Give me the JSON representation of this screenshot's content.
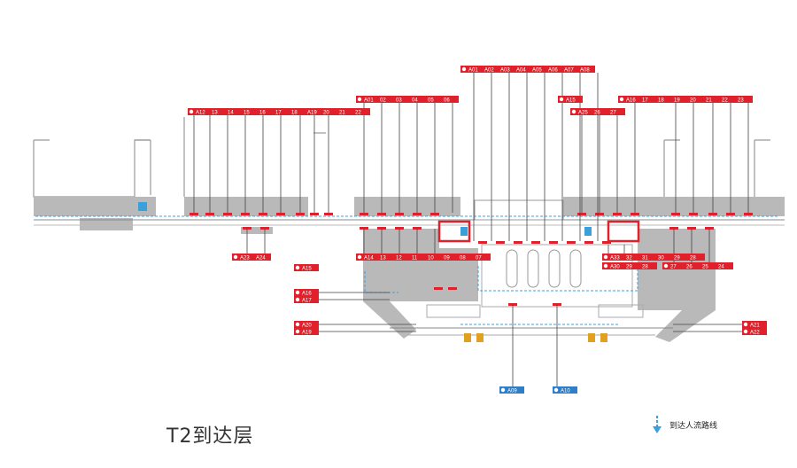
{
  "title": "T2到达层",
  "legend": {
    "label": "到达人流路线",
    "icon": "arrow-down-dashed-icon"
  },
  "colors": {
    "gate_red": "#e0202a",
    "gate_blue": "#2f7fc8",
    "building": "#b9b9b9",
    "flow": "#3aa0dc"
  },
  "gate_groups": [
    {
      "id": "r1",
      "labels": [
        "A12",
        "13",
        "14",
        "15",
        "16",
        "17",
        "18",
        "A19",
        "20",
        "21",
        "22"
      ]
    },
    {
      "id": "r2",
      "labels": [
        "A01",
        "02",
        "03",
        "04",
        "05",
        "06"
      ]
    },
    {
      "id": "r3",
      "labels": [
        "A01",
        "A02",
        "A03",
        "A04",
        "A05",
        "A06",
        "A07",
        "A08"
      ]
    },
    {
      "id": "r4",
      "labels": [
        "A15"
      ]
    },
    {
      "id": "r5",
      "labels": [
        "A25",
        "26",
        "27"
      ]
    },
    {
      "id": "r6",
      "labels": [
        "A16",
        "17",
        "18",
        "19",
        "20",
        "21",
        "22",
        "23"
      ]
    },
    {
      "id": "b1",
      "labels": [
        "A14",
        "13",
        "12",
        "11",
        "10",
        "09",
        "08",
        "07"
      ]
    },
    {
      "id": "b2",
      "labels": [
        "A30",
        "29",
        "28"
      ]
    },
    {
      "id": "b3",
      "labels": [
        "A23",
        "A24"
      ]
    },
    {
      "id": "b4",
      "labels": [
        "A33",
        "32",
        "31",
        "30",
        "29",
        "28"
      ]
    },
    {
      "id": "b5",
      "labels": [
        "27",
        "26",
        "25",
        "24"
      ]
    },
    {
      "id": "l1",
      "labels": [
        "A15"
      ]
    },
    {
      "id": "l2",
      "labels": [
        "A16"
      ]
    },
    {
      "id": "l3",
      "labels": [
        "A17"
      ]
    },
    {
      "id": "l4",
      "labels": [
        "A20"
      ]
    },
    {
      "id": "l5",
      "labels": [
        "A19"
      ]
    },
    {
      "id": "rr1",
      "labels": [
        "A21"
      ]
    },
    {
      "id": "rr2",
      "labels": [
        "A22"
      ]
    },
    {
      "id": "bl1",
      "labels": [
        "A09"
      ]
    },
    {
      "id": "bl2",
      "labels": [
        "A10"
      ]
    }
  ]
}
